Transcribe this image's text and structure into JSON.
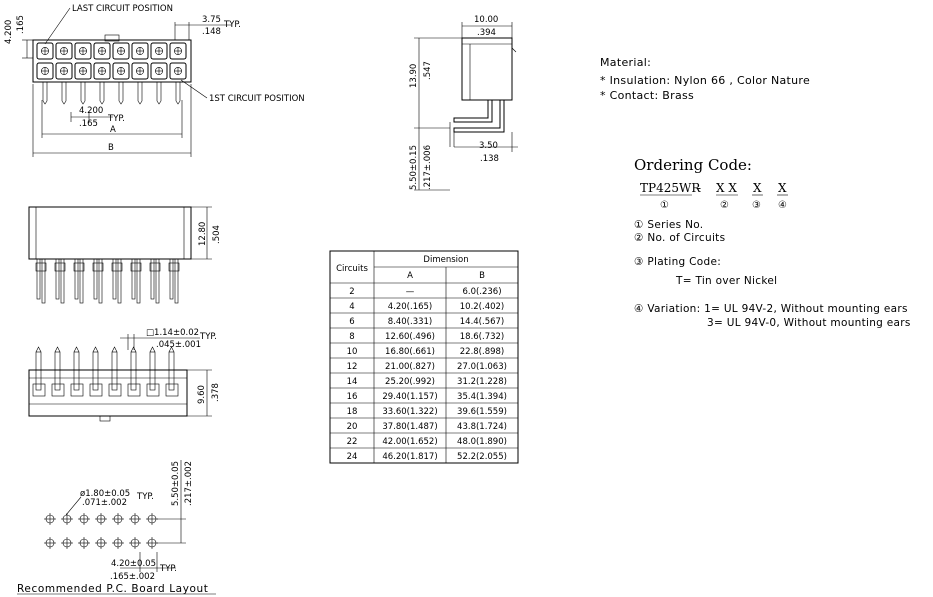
{
  "top_view": {
    "last_circuit_label": "LAST CIRCUIT POSITION",
    "first_circuit_label": "1ST CIRCUIT POSITION",
    "dim_left_mm": "4.200",
    "dim_left_in": ".165",
    "dim_right_mm": "3.75",
    "dim_right_in": ".148",
    "typ": "TYP.",
    "pitch_mm": "4.200",
    "pitch_in": ".165",
    "pitch_typ": "TYP.",
    "dim_a": "A",
    "dim_b": "B"
  },
  "side_view": {
    "width_mm": "10.00",
    "width_in": ".394",
    "height_mm": "13.90",
    "height_in": ".547",
    "pin_mm": "3.50",
    "pin_in": ".138",
    "tail_mm": "5.50±0.15",
    "tail_in": ".217±.006"
  },
  "front_view": {
    "height_mm": "12.80",
    "height_in": ".504"
  },
  "bottom_view": {
    "pin_mm": "□1.14±0.02",
    "pin_in": ".045±.001",
    "typ": "TYP.",
    "height_mm": "9.60",
    "height_in": ".378"
  },
  "pcb_layout": {
    "hole_mm": "ø1.80±0.05",
    "hole_in": ".071±.002",
    "hole_typ": "TYP.",
    "row_mm": "5.50±0.05",
    "row_in": ".217±.002",
    "pitch_mm": "4.20±0.05",
    "pitch_in": ".165±.002",
    "pitch_typ": "TYP.",
    "title": "Recommended P.C. Board Layout"
  },
  "material": {
    "title": "Material:",
    "insulation": "*  Insulation: Nylon 66 , Color Nature",
    "contact": "*  Contact: Brass"
  },
  "ordering": {
    "title": "Ordering Code:",
    "series": "TP425WR",
    "dash": "-",
    "xx": "X X",
    "x1": "X",
    "x2": "X",
    "c1": "①",
    "c2": "②",
    "c3": "③",
    "c4": "④",
    "legend_1": "① Series No.",
    "legend_2": "② No. of Circuits",
    "legend_3": "③ Plating Code:",
    "plating_t": "T= Tin over Nickel",
    "legend_4": "④ Variation: 1= UL 94V-2, Without mounting ears",
    "variation_3": "3= UL 94V-0, Without mounting ears"
  },
  "table": {
    "col_circuits": "Circuits",
    "col_dimension": "Dimension",
    "col_a": "A",
    "col_b": "B",
    "rows": [
      {
        "c": "2",
        "a": "—",
        "b": "6.0(.236)"
      },
      {
        "c": "4",
        "a": "4.20(.165)",
        "b": "10.2(.402)"
      },
      {
        "c": "6",
        "a": "8.40(.331)",
        "b": "14.4(.567)"
      },
      {
        "c": "8",
        "a": "12.60(.496)",
        "b": "18.6(.732)"
      },
      {
        "c": "10",
        "a": "16.80(.661)",
        "b": "22.8(.898)"
      },
      {
        "c": "12",
        "a": "21.00(.827)",
        "b": "27.0(1.063)"
      },
      {
        "c": "14",
        "a": "25.20(.992)",
        "b": "31.2(1.228)"
      },
      {
        "c": "16",
        "a": "29.40(1.157)",
        "b": "35.4(1.394)"
      },
      {
        "c": "18",
        "a": "33.60(1.322)",
        "b": "39.6(1.559)"
      },
      {
        "c": "20",
        "a": "37.80(1.487)",
        "b": "43.8(1.724)"
      },
      {
        "c": "22",
        "a": "42.00(1.652)",
        "b": "48.0(1.890)"
      },
      {
        "c": "24",
        "a": "46.20(1.817)",
        "b": "52.2(2.055)"
      }
    ]
  }
}
